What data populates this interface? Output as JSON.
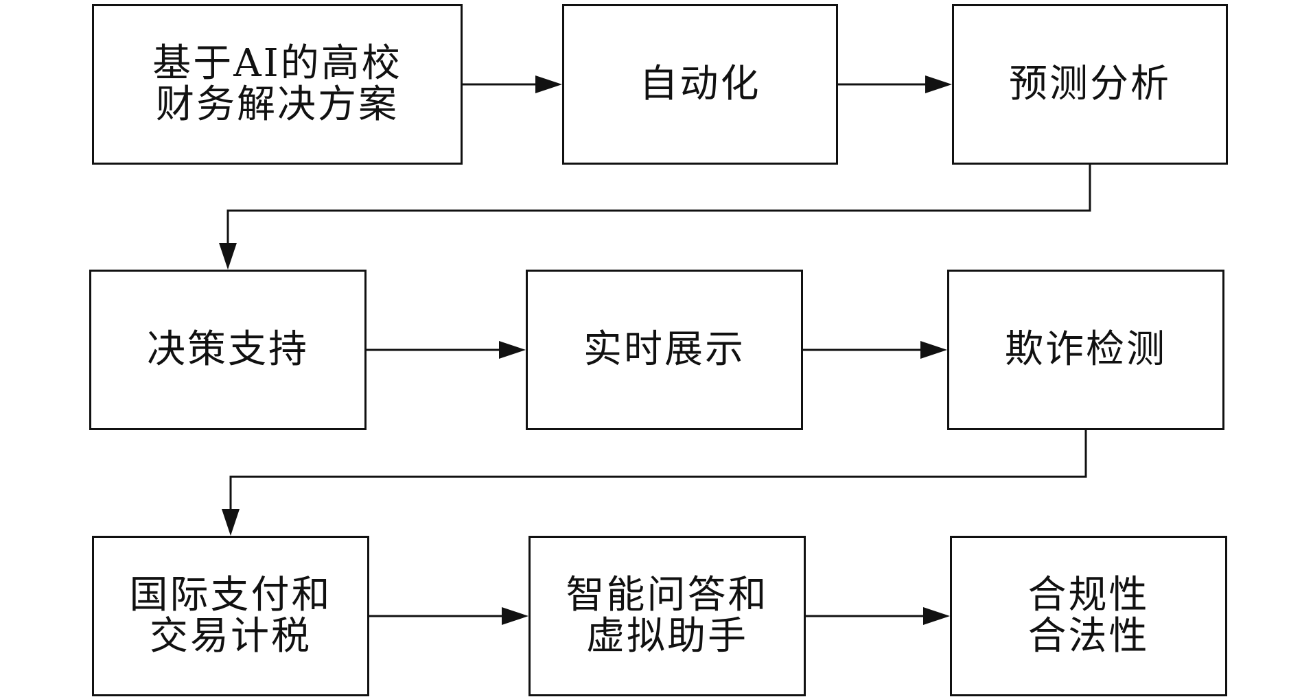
{
  "diagram": {
    "nodes": [
      {
        "id": "n0",
        "label": "基于AI的高校\n财务解决方案"
      },
      {
        "id": "n1",
        "label": "自动化"
      },
      {
        "id": "n2",
        "label": "预测分析"
      },
      {
        "id": "n3",
        "label": "决策支持"
      },
      {
        "id": "n4",
        "label": "实时展示"
      },
      {
        "id": "n5",
        "label": "欺诈检测"
      },
      {
        "id": "n6",
        "label": "国际支付和\n交易计税"
      },
      {
        "id": "n7",
        "label": "智能问答和\n虚拟助手"
      },
      {
        "id": "n8",
        "label": "合规性\n合法性"
      }
    ],
    "edges": [
      {
        "from": "n0",
        "to": "n1"
      },
      {
        "from": "n1",
        "to": "n2"
      },
      {
        "from": "n2",
        "to": "n3"
      },
      {
        "from": "n3",
        "to": "n4"
      },
      {
        "from": "n4",
        "to": "n5"
      },
      {
        "from": "n5",
        "to": "n6"
      },
      {
        "from": "n6",
        "to": "n7"
      },
      {
        "from": "n7",
        "to": "n8"
      }
    ],
    "colors": {
      "line": "#111111",
      "background": "#ffffff"
    }
  }
}
